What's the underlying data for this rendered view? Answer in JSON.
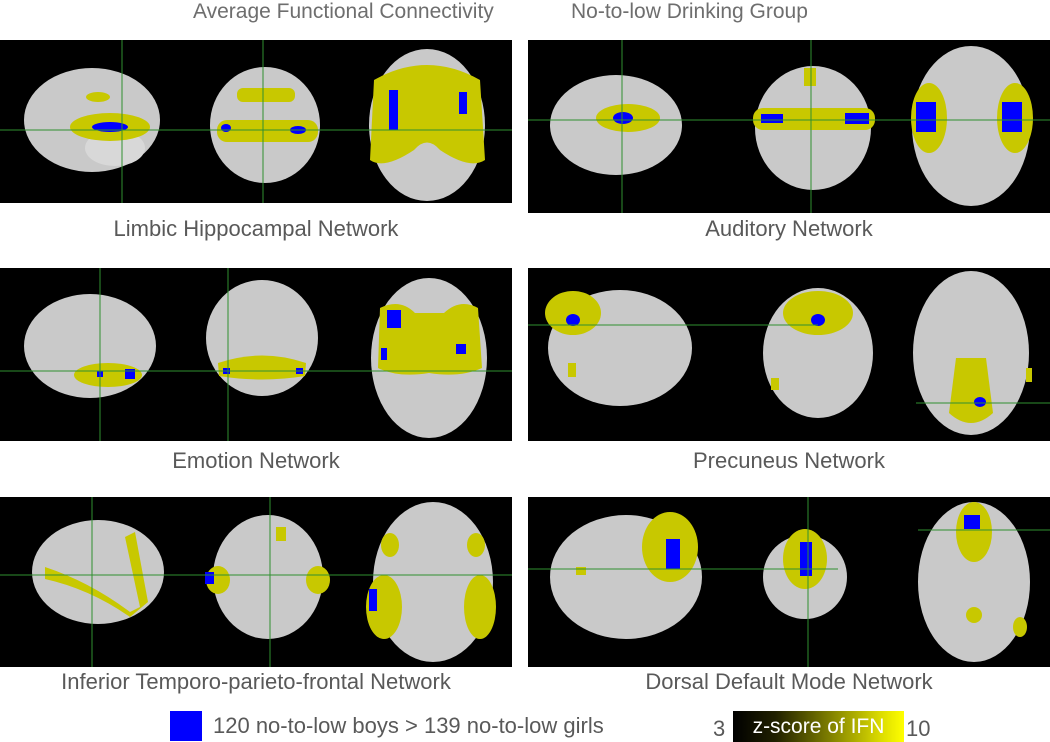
{
  "header": {
    "left_title": "Average Functional Connectivity",
    "right_title": "No-to-low Drinking Group"
  },
  "panels": [
    {
      "caption": "Limbic Hippocampal Network"
    },
    {
      "caption": "Auditory Network"
    },
    {
      "caption": "Emotion Network"
    },
    {
      "caption": "Precuneus Network"
    },
    {
      "caption": "Inferior Temporo-parieto-frontal Network"
    },
    {
      "caption": "Dorsal Default Mode Network"
    }
  ],
  "legend": {
    "label": "120 no-to-low boys > 139 no-to-low girls",
    "swatch_color": "#0000ff"
  },
  "colorbar": {
    "min": "3",
    "max": "10",
    "label": "z-score of IFN",
    "colors": [
      "#000000",
      "#ffff00"
    ]
  },
  "colors": {
    "connectivity": "#c8c800",
    "difference": "#0000ff",
    "crosshair": "#2f8f2f"
  }
}
